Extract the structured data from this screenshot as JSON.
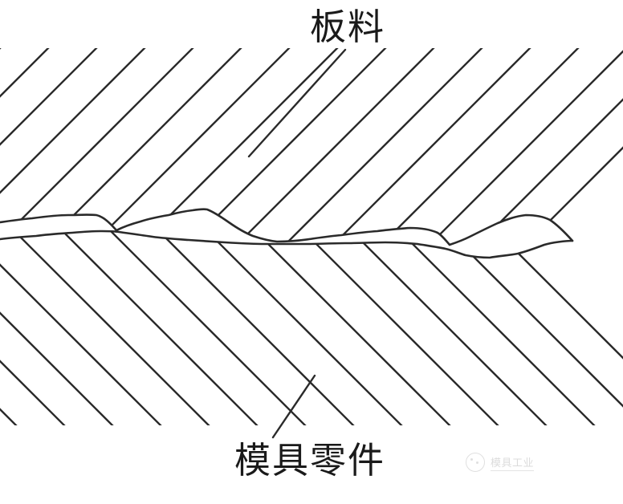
{
  "figure": {
    "background_color": "#ffffff",
    "line_color": "#2a2a2a",
    "title": "",
    "labels": {
      "sheet_metal": "板料",
      "die_part": "模具零件"
    },
    "watermark": {
      "text": "模具工业",
      "logo_name": "circular-brand-logo"
    }
  },
  "chart_data": {
    "type": "diagram",
    "title": "",
    "description": "Cross-section schematic of sheet metal contacting a die part, showing interlocking wavy contact interface with cross-hatched section regions",
    "regions": [
      {
        "name": "sheet_metal",
        "label": "板料",
        "hatch_angle_deg": 45,
        "hatch_spacing_px": 60,
        "position": "upper"
      },
      {
        "name": "die_part",
        "label": "模具零件",
        "hatch_angle_deg": -45,
        "hatch_spacing_px": 60,
        "position": "lower"
      }
    ],
    "interface_curves": [
      {
        "name": "upper-contact-curve",
        "points": [
          [
            0,
            277
          ],
          [
            40,
            272
          ],
          [
            85,
            268
          ],
          [
            120,
            268
          ],
          [
            145,
            287
          ],
          [
            175,
            276
          ],
          [
            210,
            268
          ],
          [
            240,
            262
          ],
          [
            258,
            261
          ],
          [
            285,
            277
          ],
          [
            315,
            294
          ],
          [
            345,
            301
          ],
          [
            385,
            298
          ],
          [
            425,
            293
          ],
          [
            470,
            288
          ],
          [
            510,
            284
          ],
          [
            545,
            290
          ],
          [
            560,
            305
          ],
          [
            585,
            295
          ],
          [
            620,
            278
          ],
          [
            655,
            268
          ],
          [
            685,
            274
          ],
          [
            713,
            300
          ]
        ]
      },
      {
        "name": "lower-contact-curve",
        "points": [
          [
            0,
            298
          ],
          [
            45,
            294
          ],
          [
            90,
            290
          ],
          [
            125,
            288
          ],
          [
            148,
            289
          ],
          [
            190,
            295
          ],
          [
            235,
            299
          ],
          [
            280,
            302
          ],
          [
            330,
            304
          ],
          [
            380,
            304
          ],
          [
            430,
            303
          ],
          [
            480,
            302
          ],
          [
            520,
            304
          ],
          [
            555,
            310
          ],
          [
            580,
            318
          ],
          [
            610,
            321
          ],
          [
            645,
            316
          ],
          [
            678,
            305
          ],
          [
            700,
            300
          ],
          [
            713,
            300
          ]
        ]
      }
    ],
    "leader_lines": [
      {
        "name": "sheet-metal-leader",
        "from": [
          430,
          62
        ],
        "to": [
          310,
          195
        ]
      },
      {
        "name": "die-part-leader",
        "from": [
          390,
          470
        ],
        "to": [
          340,
          545
        ]
      }
    ],
    "axis_ranges": {
      "x": [
        0,
        776
      ],
      "y": [
        0,
        628
      ]
    },
    "grid": false,
    "legend": null
  }
}
